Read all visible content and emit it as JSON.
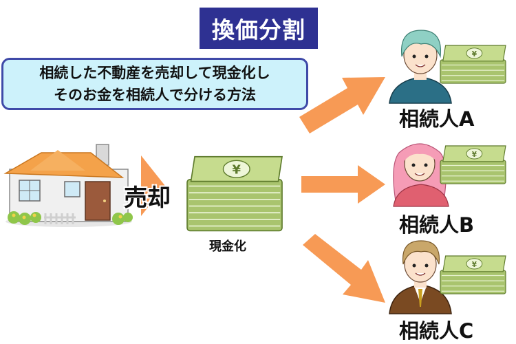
{
  "title": "換価分割",
  "description": {
    "line1": "相続した不動産を売却して現金化し",
    "line2": "そのお金を相続人で分ける方法"
  },
  "sale_label": "売却",
  "cash_label": "現金化",
  "heirs": [
    {
      "label": "相続人A"
    },
    {
      "label": "相続人B"
    },
    {
      "label": "相続人C"
    }
  ],
  "money_symbol": "¥",
  "colors": {
    "title_bg": "#2e3192",
    "desc_bg": "#cdf2fb",
    "desc_border": "#3f4aa8",
    "arrow": "#f79a55",
    "house_roof": "#f4a24a",
    "bill_green": "#b5cf7e",
    "bill_dark": "#6f8f3a"
  },
  "icons": [
    "house-icon",
    "cash-stack-icon",
    "person-a-icon",
    "person-b-icon",
    "person-c-icon"
  ]
}
